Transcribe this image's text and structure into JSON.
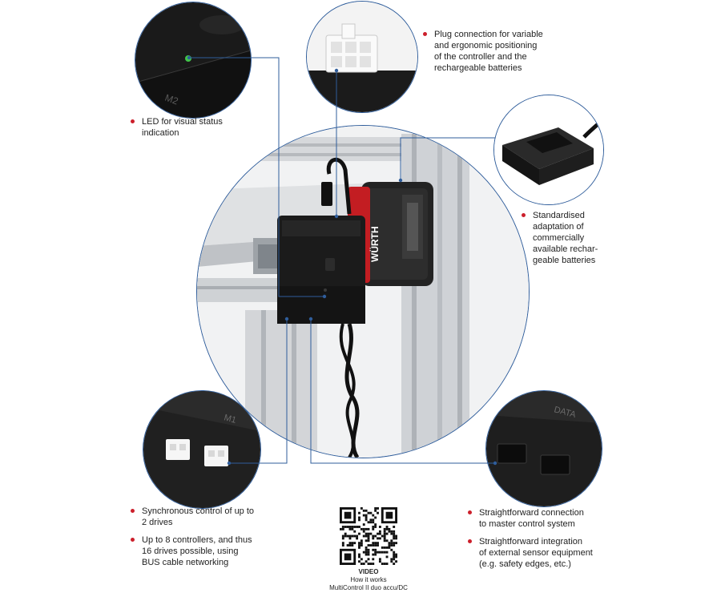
{
  "colors": {
    "bullet": "#cc1f2b",
    "leader_line": "#2f5d9b",
    "housing": "#1b1b1b",
    "profile": "#c9ccd0"
  },
  "callouts": {
    "plug": "Plug connection for variable\nand ergonomic positioning\nof the controller and the\nrechargeable batteries",
    "led": "LED for visual status\nindication",
    "battery": "Standardised\nadaptation of\ncommercially\navailable rechar-\ngeable batteries",
    "sync": "Synchronous control of up to\n2 drives",
    "controllers": "Up to 8 controllers, and thus\n16 drives possible, using\nBUS cable networking",
    "connection": "Straightforward connection\nto master control system",
    "sensor": "Straightforward integration\nof external sensor equipment\n(e.g. safety edges, etc.)"
  },
  "device": {
    "brand": "WÜRTH",
    "port_labels": {
      "m1": "M1",
      "m2": "M2",
      "data": "DATA"
    }
  },
  "qr": {
    "heading": "VIDEO",
    "line1": "How it works",
    "line2": "MultiControl II duo accu/DC"
  },
  "icons": {
    "led": "led-icon",
    "qr": "qr-code-icon",
    "bullet": "bullet-dot-icon"
  }
}
